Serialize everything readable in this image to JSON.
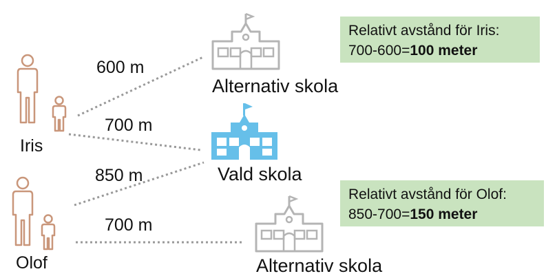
{
  "people": [
    {
      "name": "Iris"
    },
    {
      "name": "Olof"
    }
  ],
  "distances": [
    "600 m",
    "700 m",
    "850 m",
    "700 m"
  ],
  "schools": {
    "alternative_top": "Alternativ skola",
    "chosen": "Vald skola",
    "alternative_bottom": "Alternativ skola"
  },
  "info_boxes": [
    {
      "title": "Relativt avstånd för Iris:",
      "calc": "700-600=",
      "result": "100 meter"
    },
    {
      "title": "Relativt avstånd för Olof:",
      "calc": "850-700=",
      "result": "150 meter"
    }
  ],
  "colors": {
    "person": "#c9967a",
    "school_gray": "#b4b4b4",
    "school_blue": "#66bfe9",
    "box_bg": "#c9e3bf",
    "dotted_line": "#999999"
  }
}
